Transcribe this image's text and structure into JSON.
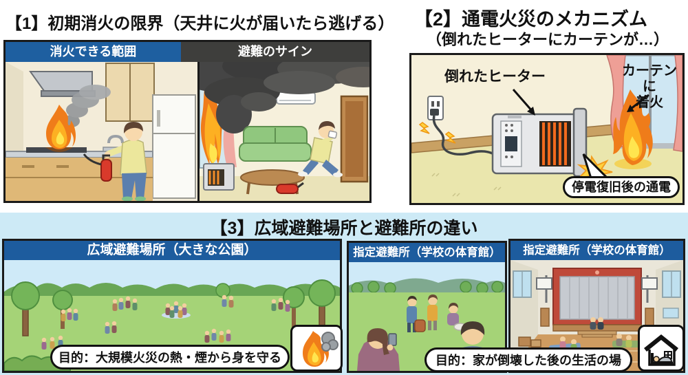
{
  "panel1": {
    "title": "【1】初期消火の限界（天井に火が届いたら逃げる）",
    "left_header": "消火できる範囲",
    "right_header": "避難のサイン"
  },
  "panel2": {
    "title": "【2】通電火災のメカニズム",
    "subtitle": "（倒れたヒーターにカーテンが…）",
    "heater_label": "倒れたヒーター",
    "curtain_label": "カーテンに\n着火",
    "power_bubble": "停電復旧後の通電"
  },
  "panel3": {
    "title": "【3】広域避難場所と避難所の違い",
    "figures": [
      {
        "header": "広域避難場所（大きな公園）",
        "caption": "目的：大規模火災の熱・煙から身を守る"
      },
      {
        "header": "指定避難所（学校の体育館）"
      },
      {
        "header": "指定避難所（学校の体育館）",
        "caption": "目的：家が倒壊した後の生活の場"
      }
    ],
    "icons": {
      "left": "fire-smoke-icon",
      "right": "house-bed-icon"
    }
  },
  "colors": {
    "header_blue": "#1e5fa0",
    "header_dark": "#3e3e3c",
    "panel3_header_blue": "#1d5c9e",
    "panel3_background": "#cdeaf6",
    "border": "#1a1a1a",
    "flame_orange": "#ef7c1a",
    "flame_yellow": "#ffe54f"
  }
}
